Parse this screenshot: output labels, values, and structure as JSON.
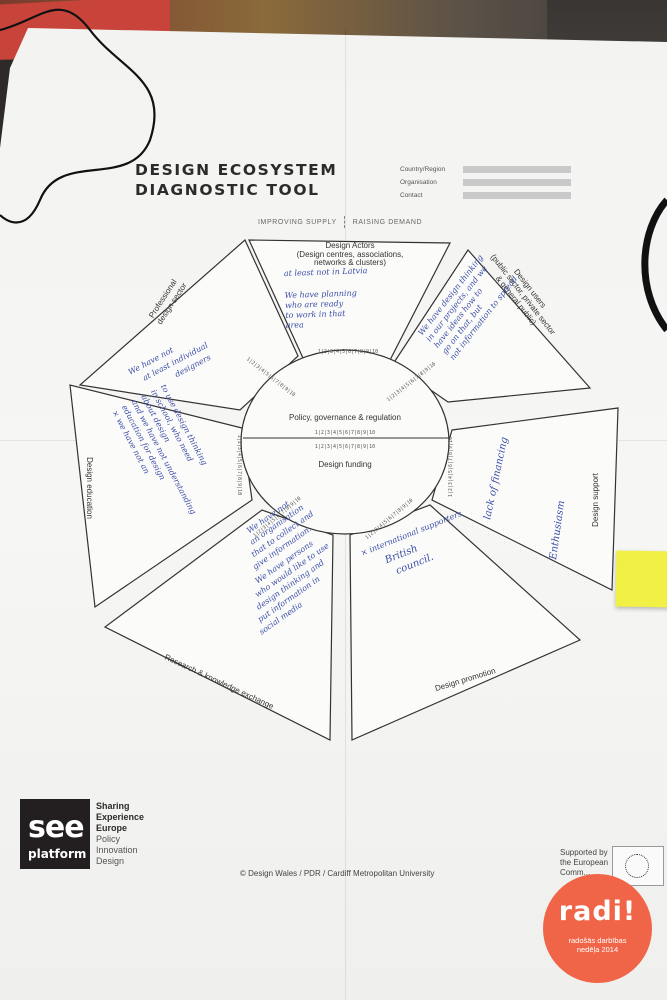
{
  "poster": {
    "title_line1": "DESIGN ECOSYSTEM",
    "title_line2": "DIAGNOSTIC TOOL",
    "fields": [
      "Country/Region",
      "Organisation",
      "Contact"
    ],
    "improving_supply": "IMPROVING SUPPLY",
    "raising_demand": "RAISING DEMAND",
    "center_top": "Policy, governance & regulation",
    "center_bottom": "Design funding",
    "scale_label": "1|2|3|4|5|6|7|8|9|10",
    "segments": {
      "design_actors": {
        "label1": "Design Actors",
        "label2": "(Design centres, associations,",
        "label3": "networks & clusters)",
        "notes": [
          "at least not in Latvia",
          "We have planning",
          "who are ready",
          "to work in that",
          "area"
        ]
      },
      "design_users": {
        "label1": "Design users",
        "label2": "(public sector, private sector",
        "label3": "& general public)",
        "notes": [
          "We have design thinking",
          "in our projects, and we",
          "have ideas how to",
          "go on that, but",
          "not information to spread"
        ]
      },
      "design_support": {
        "label": "Design support",
        "notes": [
          "lack of financing",
          "Enthusiasm"
        ]
      },
      "design_promotion": {
        "label": "Design promotion",
        "notes": [
          "× international supporters",
          "British",
          "council."
        ]
      },
      "research": {
        "label": "Research & knowledge exchange",
        "notes": [
          "We have not",
          "an organisation",
          "that to collect and",
          "give information.",
          "We have persons",
          "who would like to use",
          "design thinking and",
          "put information in",
          "social media"
        ]
      },
      "design_education": {
        "label": "Design education",
        "notes": [
          "× we have not an",
          "education for design",
          "and we have not understanding",
          "about design",
          "in school, who need",
          "to use design thinking"
        ]
      },
      "professional": {
        "label1": "Professional",
        "label2": "design sector",
        "notes": [
          "We have not",
          "at least individual",
          "designers"
        ]
      }
    },
    "footer": {
      "logo_see": "see",
      "logo_platform": "platform",
      "logo_lines_bold": [
        "Sharing",
        "Experience",
        "Europe"
      ],
      "logo_lines_light": [
        "Policy",
        "Innovation",
        "Design"
      ],
      "copyright": "© Design Wales / PDR / Cardiff Metropolitan University",
      "eu_line1": "Supported by",
      "eu_line2": "the European",
      "eu_line3": "Comm..."
    }
  },
  "badge": {
    "word": "radi!",
    "line1": "radošās darbības",
    "line2": "nedēļa 2014"
  },
  "colors": {
    "ink": "#3d4fa8",
    "badge": "#f06548",
    "postit": "#f1f045"
  }
}
